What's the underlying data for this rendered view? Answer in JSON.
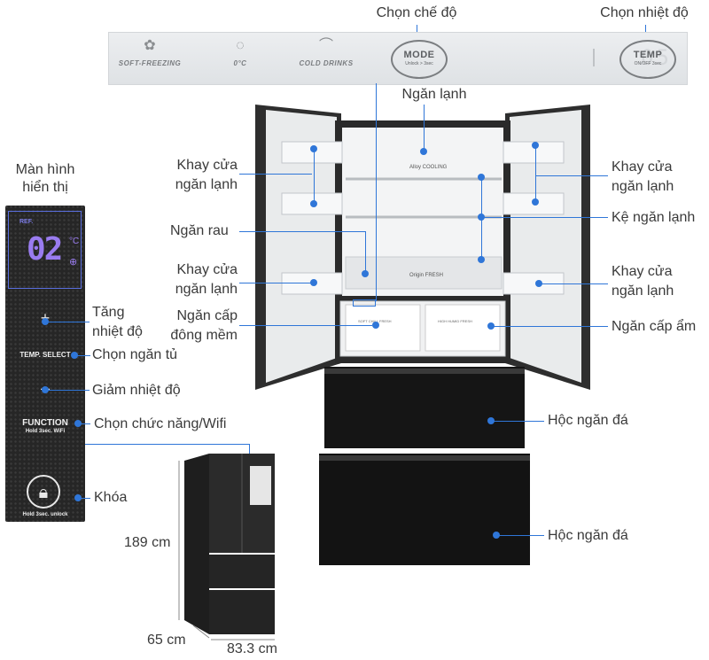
{
  "top_labels": {
    "mode": "Chọn chế độ",
    "temp": "Chọn nhiệt độ"
  },
  "control_strip": {
    "items": [
      {
        "label": "SOFT-FREEZING",
        "icon": "snowflake-icon"
      },
      {
        "label": "0°C",
        "icon": "temperature-icon"
      },
      {
        "label": "COLD DRINKS",
        "icon": "bottle-icon"
      }
    ],
    "mode_btn": {
      "title": "MODE",
      "sub": "Unlock > 3sec"
    },
    "temp_btn": {
      "title": "TEMP",
      "sub": "ON/OFF 3sec"
    },
    "segment_display": "05"
  },
  "left_panel": {
    "ref_label": "REF.",
    "display_value": "02",
    "display_unit": "°C",
    "temp_select": "TEMP. SELECT",
    "function": "FUNCTION",
    "function_sub": "Hold 3sec. WiFi",
    "lock_hint": "Hold 3sec. unlock"
  },
  "left_labels": {
    "display": [
      "Màn hình",
      "hiển thị"
    ],
    "temp_up": [
      "Tăng",
      "nhiệt độ"
    ],
    "select_compartment": "Chọn ngăn tủ",
    "temp_down": "Giảm nhiệt độ",
    "function_wifi": "Chọn chức năng/Wifi",
    "lock": "Khóa"
  },
  "fridge_labels": {
    "fridge_compartment": "Ngăn lạnh",
    "door_tray_left_1": [
      "Khay cửa",
      "ngăn lạnh"
    ],
    "veg_drawer": "Ngăn rau",
    "door_tray_left_2": [
      "Khay cửa",
      "ngăn lạnh"
    ],
    "soft_freeze": [
      "Ngăn cấp",
      "đông mềm"
    ],
    "door_tray_right_1": [
      "Khay cửa",
      "ngăn lạnh"
    ],
    "fridge_shelf": "Kệ ngăn lạnh",
    "door_tray_right_2": [
      "Khay cửa",
      "ngăn lạnh"
    ],
    "moist_drawer": "Ngăn cấp ẩm",
    "ice_drawer_1": "Hộc ngăn đá",
    "ice_drawer_2": "Hộc ngăn đá"
  },
  "fridge_printed": {
    "alloy": "Alloy COOLING",
    "origin": "Origin FRESH",
    "drawer_left": "SOFT CHILL FRESH",
    "drawer_right": "HIGH HUMID FRESH"
  },
  "dimensions": {
    "height": "189 cm",
    "depth": "65 cm",
    "width": "83.3 cm"
  },
  "colors": {
    "accent": "#2f76d8",
    "panel": "#262626",
    "fridge_body": "#2b2b2b"
  }
}
